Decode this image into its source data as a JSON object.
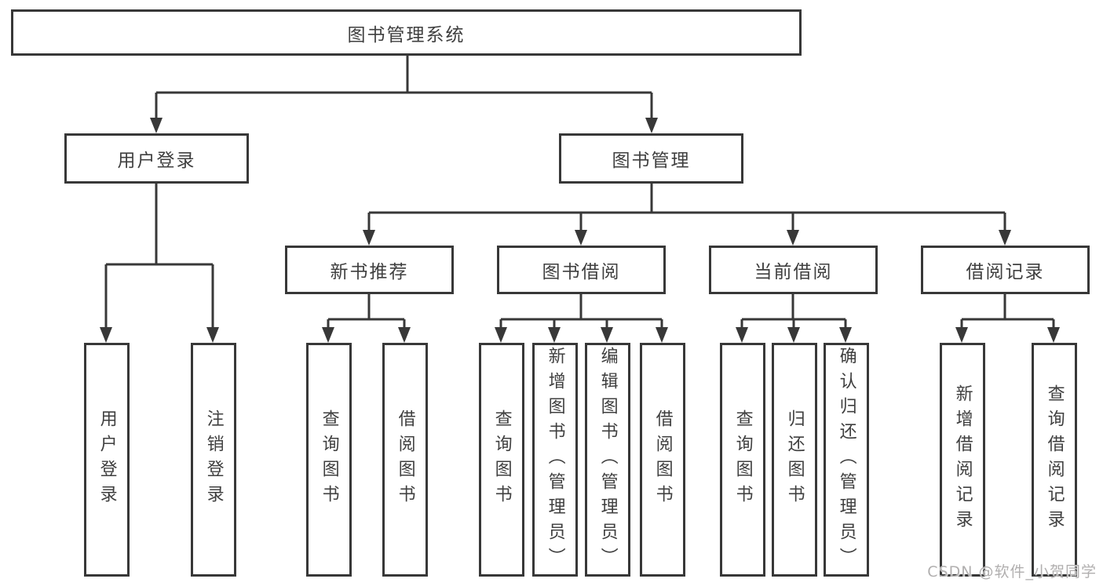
{
  "diagram_title": "图书管理系统",
  "nodes": {
    "root": "图书管理系统",
    "user_login": "用户登录",
    "book_mgmt": "图书管理",
    "leaf_user_login": "用户登录",
    "leaf_logout": "注销登录",
    "new_book": "新书推荐",
    "borrow": "图书借阅",
    "current": "当前借阅",
    "records": "借阅记录",
    "nb_query": "查询图书",
    "nb_borrow": "借阅图书",
    "bw_query": "查询图书",
    "bw_add": "新增图书（管理员）",
    "bw_edit": "编辑图书（管理员）",
    "bw_borrow": "借阅图书",
    "cur_query": "查询图书",
    "cur_return": "归还图书",
    "cur_confirm": "确认归还（管理员）",
    "rec_add": "新增借阅记录",
    "rec_query": "查询借阅记录"
  },
  "watermark": {
    "text": "CSDN @软件_小贺同学"
  },
  "colors": {
    "line": "#383838",
    "box_border": "#383838",
    "text": "#3f3f3f",
    "watermark": "#b1afaf",
    "background": "#ffffff"
  }
}
